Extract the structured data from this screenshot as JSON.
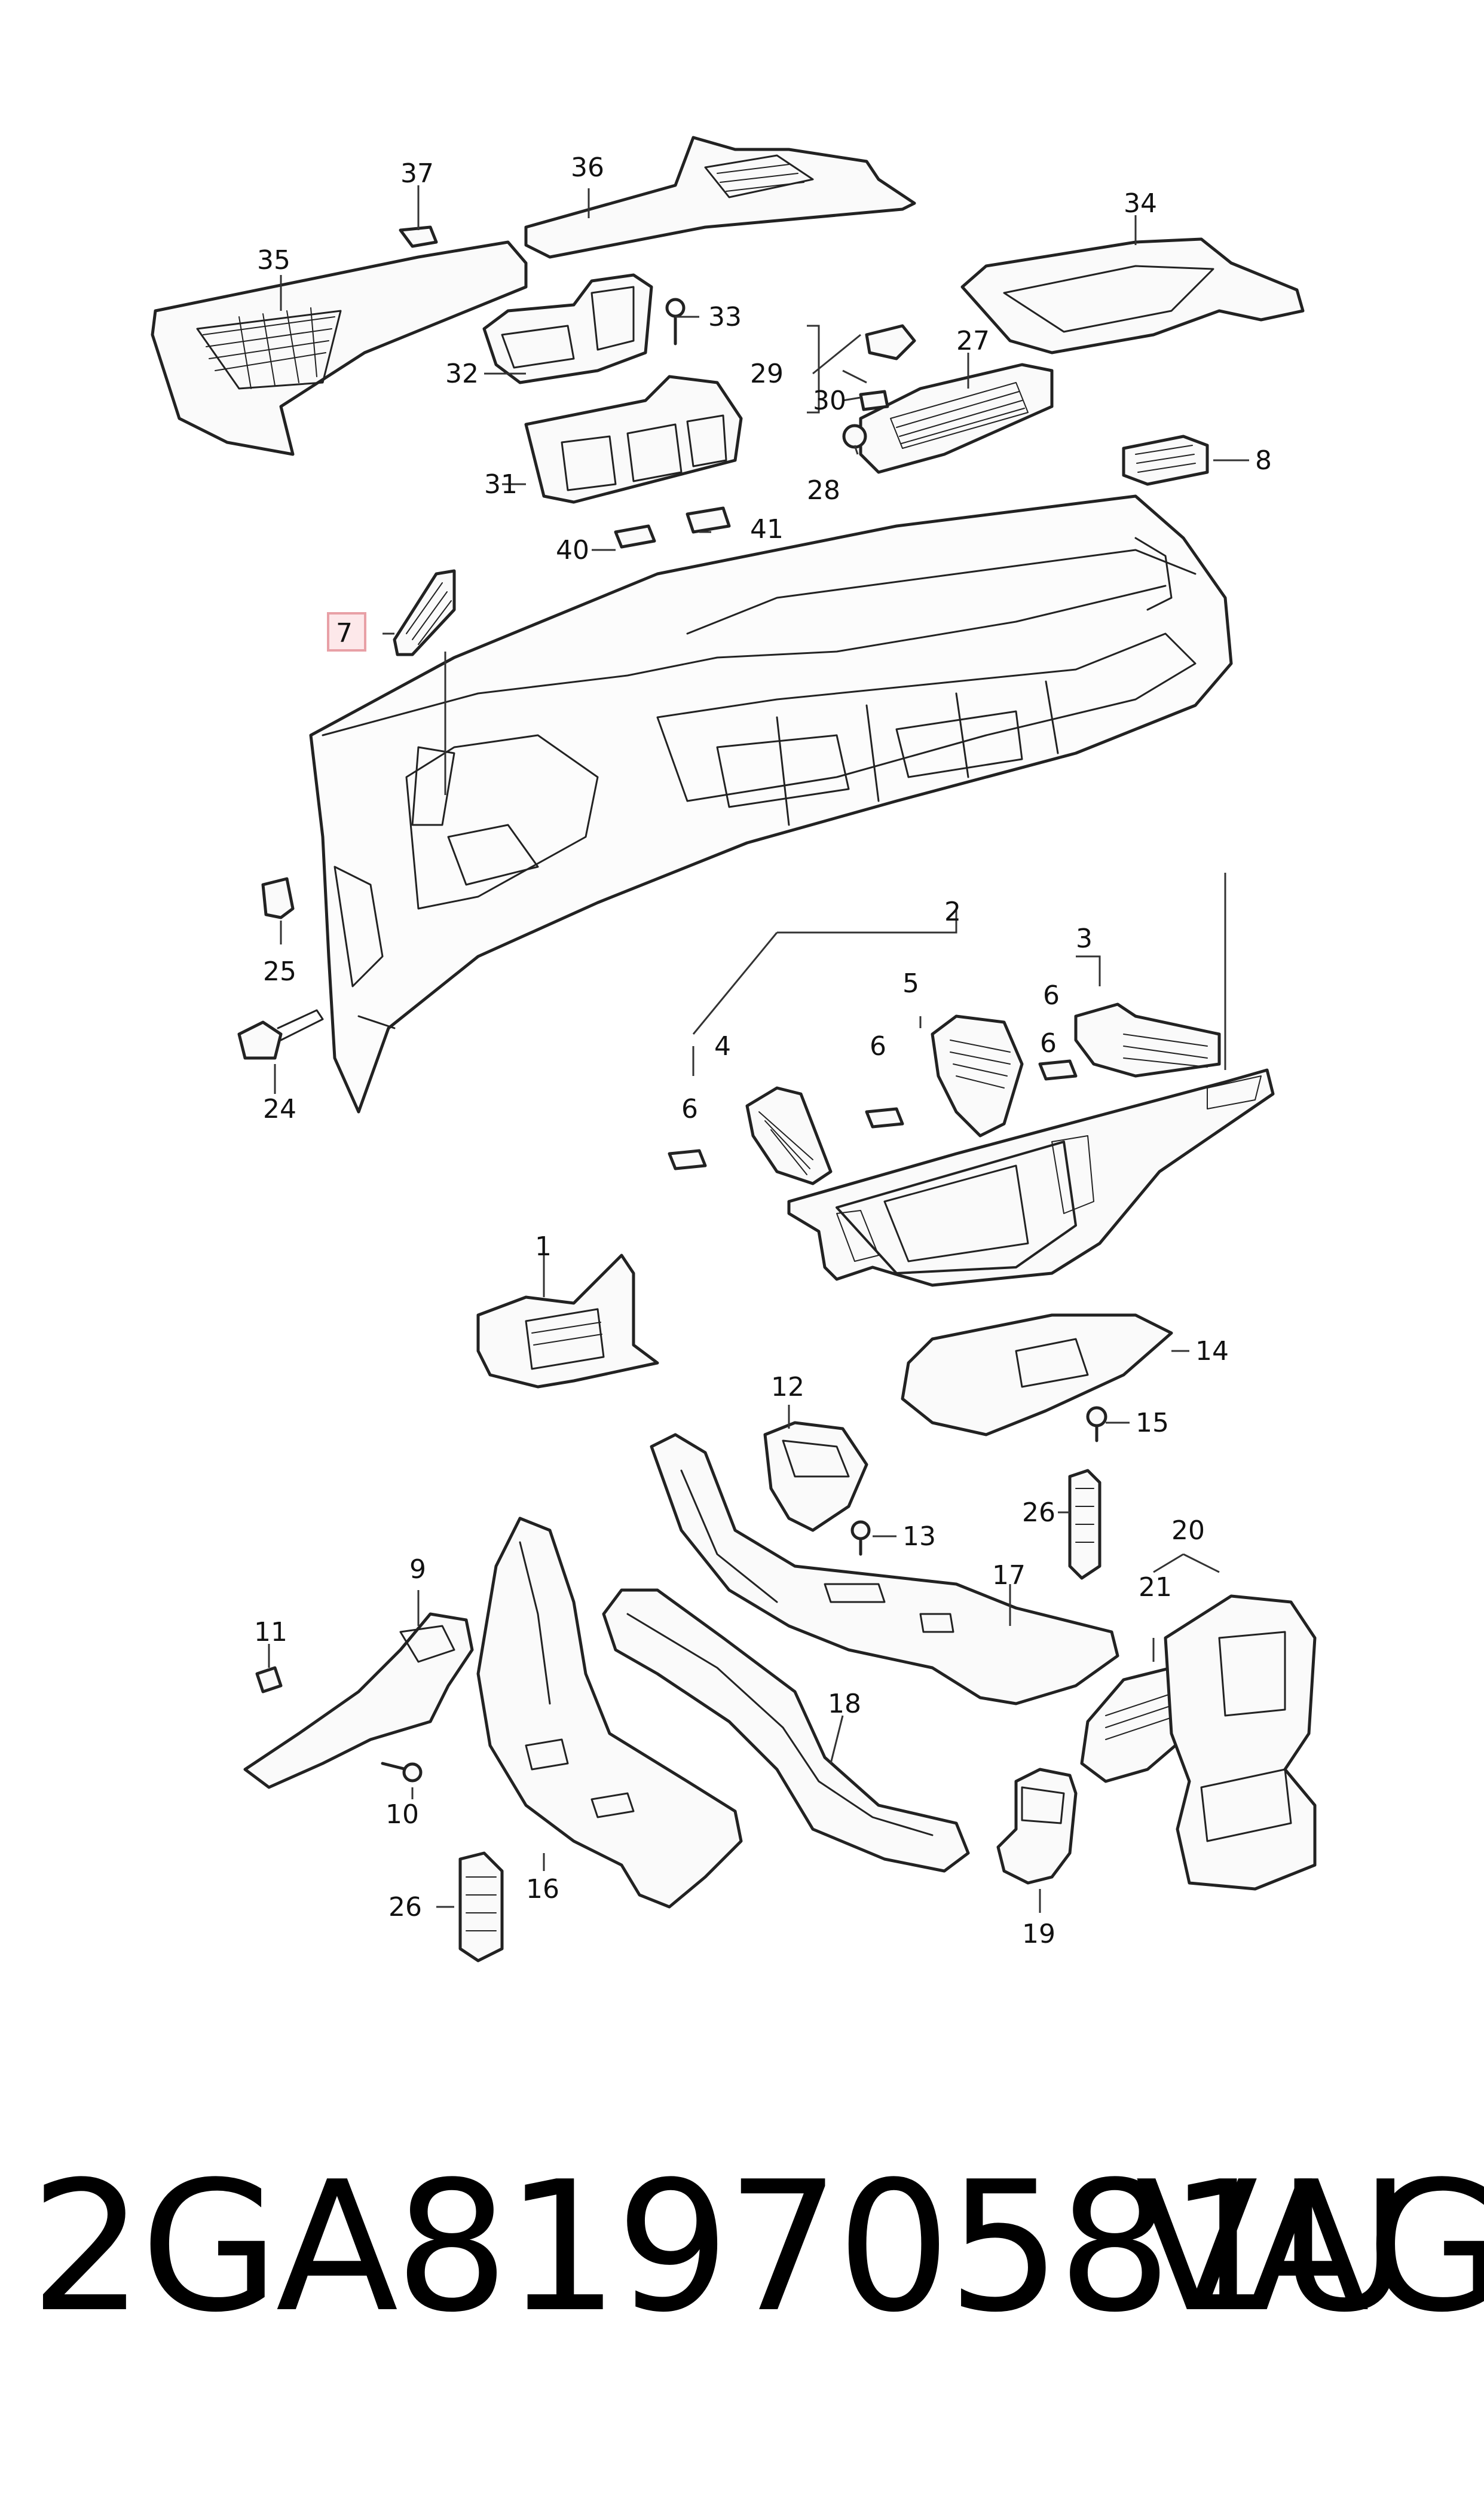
{
  "callouts": {
    "c1": "1",
    "c2": "2",
    "c3": "3",
    "c4": "4",
    "c5": "5",
    "c6a": "6",
    "c6b": "6",
    "c6c": "6",
    "c6d": "6",
    "c7": "7",
    "c8": "8",
    "c9": "9",
    "c10": "10",
    "c11": "11",
    "c12": "12",
    "c13": "13",
    "c14": "14",
    "c15": "15",
    "c16": "16",
    "c17": "17",
    "c18": "18",
    "c19": "19",
    "c20": "20",
    "c21": "21",
    "c24": "24",
    "c25": "25",
    "c26a": "26",
    "c26b": "26",
    "c27": "27",
    "c28": "28",
    "c29": "29",
    "c30": "30",
    "c31": "31",
    "c32": "32",
    "c33": "33",
    "c34": "34",
    "c35": "35",
    "c36": "36",
    "c37": "37",
    "c40": "40",
    "c41": "41"
  },
  "footer": {
    "part_number": "2GA81970581U",
    "brand": "VAG"
  },
  "highlight_color": "#e8a0a6"
}
